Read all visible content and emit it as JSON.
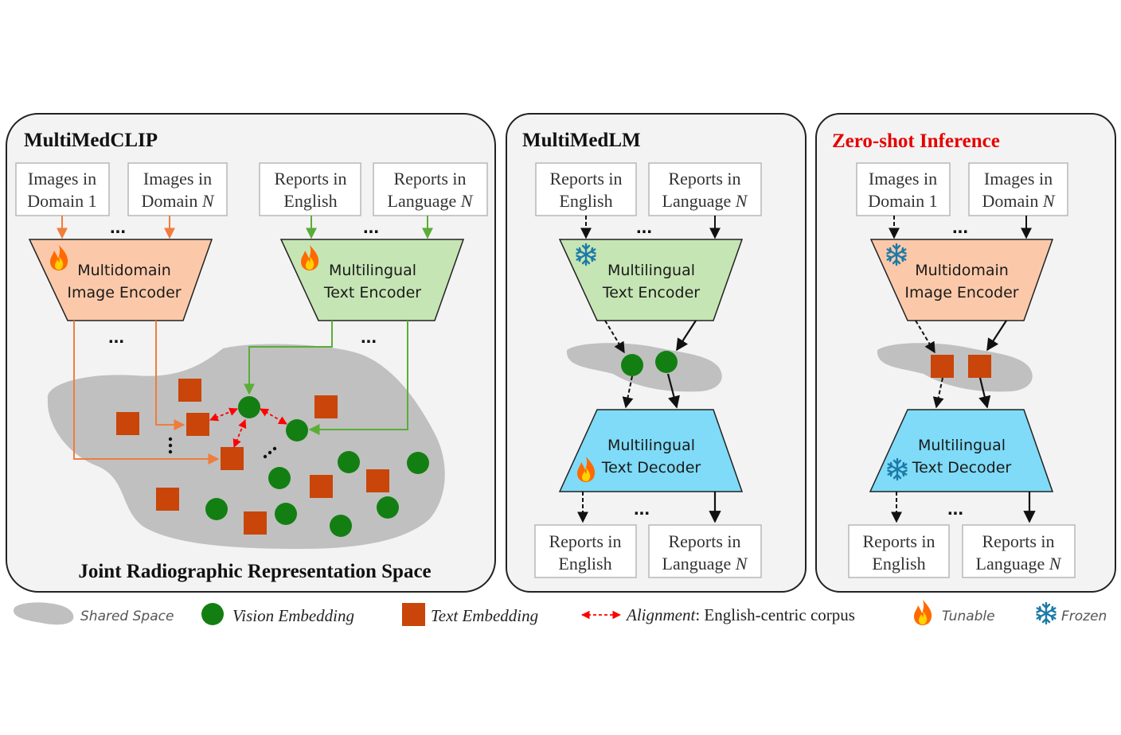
{
  "colors": {
    "panel_bg": "#f3f3f3",
    "shared_space": "#c0c0c0",
    "image_encoder": "#fbc9a9",
    "text_encoder": "#c6e5b4",
    "text_decoder": "#7fdbf7",
    "vision_embedding": "#137f13",
    "text_embedding": "#c9450a",
    "alignment": "#ff0000",
    "zero_shot_title": "#e60000",
    "orange_arrow": "#f07d3c",
    "green_arrow": "#5aae37"
  },
  "panels": {
    "clip": {
      "title": "MultiMedCLIP",
      "inputs": [
        {
          "line1": "Images in",
          "line2a": "Domain 1",
          "line2b": ""
        },
        {
          "line1": "Images in",
          "line2a": "Domain ",
          "line2b": "N"
        },
        {
          "line1": "Reports in",
          "line2a": "English",
          "line2b": ""
        },
        {
          "line1": "Reports in",
          "line2a": "Language ",
          "line2b": "N"
        }
      ],
      "image_encoder": {
        "line1": "Multidomain",
        "line2": "Image Encoder",
        "icon": "fire-icon"
      },
      "text_encoder": {
        "line1": "Multilingual",
        "line2": "Text Encoder",
        "icon": "fire-icon"
      },
      "space_label": "Joint Radiographic Representation Space"
    },
    "lm": {
      "title": "MultiMedLM",
      "inputs": [
        {
          "line1": "Reports in",
          "line2a": "English",
          "line2b": ""
        },
        {
          "line1": "Reports in",
          "line2a": "Language ",
          "line2b": "N"
        }
      ],
      "encoder": {
        "line1": "Multilingual",
        "line2": "Text Encoder",
        "icon": "snowflake-icon"
      },
      "decoder": {
        "line1": "Multilingual",
        "line2": "Text Decoder",
        "icon": "fire-icon"
      },
      "outputs": [
        {
          "line1": "Reports in",
          "line2a": "English",
          "line2b": ""
        },
        {
          "line1": "Reports in",
          "line2a": "Language ",
          "line2b": "N"
        }
      ]
    },
    "zero": {
      "title": "Zero-shot Inference",
      "inputs": [
        {
          "line1": "Images in",
          "line2a": "Domain 1",
          "line2b": ""
        },
        {
          "line1": "Images in",
          "line2a": "Domain ",
          "line2b": "N"
        }
      ],
      "encoder": {
        "line1": "Multidomain",
        "line2": "Image Encoder",
        "icon": "snowflake-icon"
      },
      "decoder": {
        "line1": "Multilingual",
        "line2": "Text Decoder",
        "icon": "snowflake-icon"
      },
      "outputs": [
        {
          "line1": "Reports in",
          "line2a": "English",
          "line2b": ""
        },
        {
          "line1": "Reports in",
          "line2a": "Language ",
          "line2b": "N"
        }
      ]
    }
  },
  "legend": {
    "shared": "Shared Space",
    "vision": "Vision Embedding",
    "text": "Text Embedding",
    "alignment_italic": "Alignment",
    "alignment_rest": ": English-centric corpus",
    "tunable": "Tunable",
    "frozen": "Frozen"
  },
  "ellipsis": "..."
}
